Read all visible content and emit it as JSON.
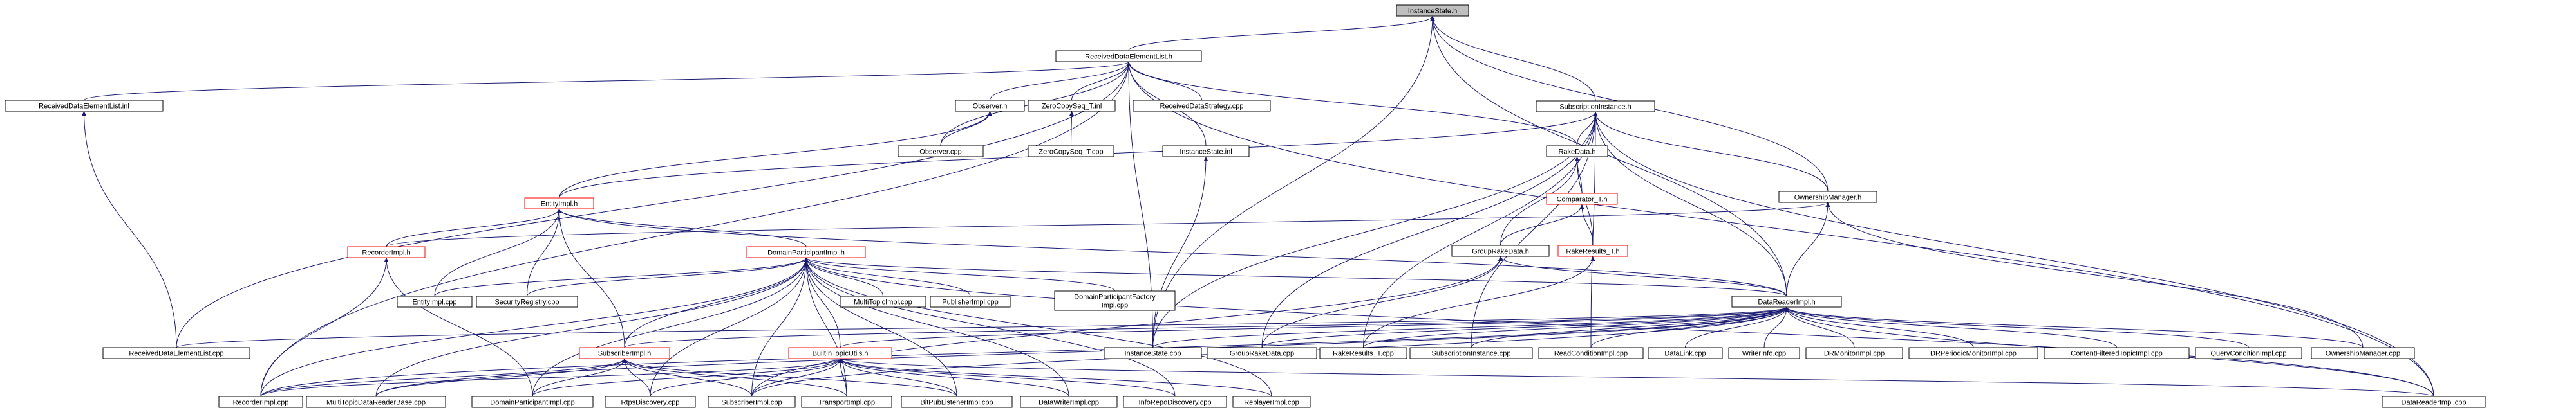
{
  "diagram": {
    "type": "include-dependency-graph",
    "root": "InstanceState.h",
    "colors": {
      "edge": "#191970",
      "truncated_border": "#ff0000",
      "root_fill": "#bfbfbf",
      "node_border": "#000000"
    },
    "nodes": [
      {
        "id": "n0",
        "label": "InstanceState.h",
        "root": true
      },
      {
        "id": "n1",
        "label": "ReceivedDataElementList.h"
      },
      {
        "id": "n2",
        "label": "SubscriptionInstance.h"
      },
      {
        "id": "n3",
        "label": "OwnershipManager.h"
      },
      {
        "id": "n4",
        "label": "DataReaderImpl.h"
      },
      {
        "id": "n5",
        "label": "ReceivedDataElementList.inl"
      },
      {
        "id": "n6",
        "label": "Observer.h"
      },
      {
        "id": "n7",
        "label": "ZeroCopySeq_T.inl"
      },
      {
        "id": "n8",
        "label": "ReceivedDataStrategy.cpp"
      },
      {
        "id": "n9",
        "label": "InstanceState.inl"
      },
      {
        "id": "n10",
        "label": "Observer.cpp"
      },
      {
        "id": "n11",
        "label": "ZeroCopySeq_T.cpp"
      },
      {
        "id": "n12",
        "label": "EntityImpl.h",
        "truncated": true
      },
      {
        "id": "n13",
        "label": "RakeData.h"
      },
      {
        "id": "n14",
        "label": "Comparator_T.h",
        "truncated": true
      },
      {
        "id": "n15",
        "label": "RecorderImpl.h",
        "truncated": true
      },
      {
        "id": "n16",
        "label": "DomainParticipantImpl.h",
        "truncated": true
      },
      {
        "id": "n17",
        "label": "GroupRakeData.h"
      },
      {
        "id": "n18",
        "label": "RakeResults_T.h",
        "truncated": true
      },
      {
        "id": "n19",
        "label": "EntityImpl.cpp"
      },
      {
        "id": "n20",
        "label": "SecurityRegistry.cpp"
      },
      {
        "id": "n21",
        "label": "MultiTopicImpl.cpp"
      },
      {
        "id": "n22",
        "label": "PublisherImpl.cpp"
      },
      {
        "id": "n23",
        "label": "DomainParticipantFactory\nImpl.cpp"
      },
      {
        "id": "n24",
        "label": "ReceivedDataElementList.cpp"
      },
      {
        "id": "n25",
        "label": "SubscriberImpl.h",
        "truncated": true
      },
      {
        "id": "n26",
        "label": "BuiltInTopicUtils.h",
        "truncated": true
      },
      {
        "id": "n27",
        "label": "InstanceState.cpp"
      },
      {
        "id": "n28",
        "label": "GroupRakeData.cpp"
      },
      {
        "id": "n29",
        "label": "RakeResults_T.cpp"
      },
      {
        "id": "n30",
        "label": "SubscriptionInstance.cpp"
      },
      {
        "id": "n31",
        "label": "ReadConditionImpl.cpp"
      },
      {
        "id": "n32",
        "label": "DataLink.cpp"
      },
      {
        "id": "n33",
        "label": "WriterInfo.cpp"
      },
      {
        "id": "n34",
        "label": "DRMonitorImpl.cpp"
      },
      {
        "id": "n35",
        "label": "DRPeriodicMonitorImpl.cpp"
      },
      {
        "id": "n36",
        "label": "ContentFilteredTopicImpl.cpp"
      },
      {
        "id": "n37",
        "label": "QueryConditionImpl.cpp"
      },
      {
        "id": "n38",
        "label": "OwnershipManager.cpp"
      },
      {
        "id": "n39",
        "label": "RecorderImpl.cpp"
      },
      {
        "id": "n40",
        "label": "MultiTopicDataReaderBase.cpp"
      },
      {
        "id": "n41",
        "label": "DomainParticipantImpl.cpp"
      },
      {
        "id": "n42",
        "label": "RtpsDiscovery.cpp"
      },
      {
        "id": "n43",
        "label": "SubscriberImpl.cpp"
      },
      {
        "id": "n44",
        "label": "TransportImpl.cpp"
      },
      {
        "id": "n45",
        "label": "BitPubListenerImpl.cpp"
      },
      {
        "id": "n46",
        "label": "DataWriterImpl.cpp"
      },
      {
        "id": "n47",
        "label": "InfoRepoDiscovery.cpp"
      },
      {
        "id": "n48",
        "label": "ReplayerImpl.cpp"
      },
      {
        "id": "n49",
        "label": "DataReaderImpl.cpp"
      }
    ],
    "edges": [
      [
        "n0",
        "n1"
      ],
      [
        "n0",
        "n2"
      ],
      [
        "n0",
        "n3"
      ],
      [
        "n0",
        "n4"
      ],
      [
        "n0",
        "n27"
      ],
      [
        "n1",
        "n5"
      ],
      [
        "n1",
        "n6"
      ],
      [
        "n1",
        "n7"
      ],
      [
        "n1",
        "n8"
      ],
      [
        "n1",
        "n9"
      ],
      [
        "n1",
        "n10"
      ],
      [
        "n1",
        "n13"
      ],
      [
        "n1",
        "n24"
      ],
      [
        "n1",
        "n27"
      ],
      [
        "n1",
        "n39"
      ],
      [
        "n1",
        "n49"
      ],
      [
        "n2",
        "n12"
      ],
      [
        "n2",
        "n13"
      ],
      [
        "n2",
        "n3"
      ],
      [
        "n2",
        "n4"
      ],
      [
        "n2",
        "n27"
      ],
      [
        "n2",
        "n28"
      ],
      [
        "n2",
        "n29"
      ],
      [
        "n2",
        "n30"
      ],
      [
        "n2",
        "n31"
      ],
      [
        "n2",
        "n49"
      ],
      [
        "n3",
        "n15"
      ],
      [
        "n3",
        "n4"
      ],
      [
        "n3",
        "n38"
      ],
      [
        "n4",
        "n24"
      ],
      [
        "n4",
        "n25"
      ],
      [
        "n4",
        "n26"
      ],
      [
        "n4",
        "n27"
      ],
      [
        "n4",
        "n28"
      ],
      [
        "n4",
        "n29"
      ],
      [
        "n4",
        "n30"
      ],
      [
        "n4",
        "n31"
      ],
      [
        "n4",
        "n32"
      ],
      [
        "n4",
        "n33"
      ],
      [
        "n4",
        "n34"
      ],
      [
        "n4",
        "n35"
      ],
      [
        "n4",
        "n36"
      ],
      [
        "n4",
        "n37"
      ],
      [
        "n4",
        "n38"
      ],
      [
        "n4",
        "n39"
      ],
      [
        "n4",
        "n40"
      ],
      [
        "n4",
        "n43"
      ],
      [
        "n4",
        "n49"
      ],
      [
        "n5",
        "n24"
      ],
      [
        "n6",
        "n10"
      ],
      [
        "n6",
        "n12"
      ],
      [
        "n7",
        "n11"
      ],
      [
        "n9",
        "n27"
      ],
      [
        "n12",
        "n15"
      ],
      [
        "n12",
        "n16"
      ],
      [
        "n12",
        "n19"
      ],
      [
        "n12",
        "n20"
      ],
      [
        "n12",
        "n25"
      ],
      [
        "n12",
        "n4"
      ],
      [
        "n13",
        "n14"
      ],
      [
        "n13",
        "n17"
      ],
      [
        "n13",
        "n18"
      ],
      [
        "n14",
        "n17"
      ],
      [
        "n14",
        "n18"
      ],
      [
        "n15",
        "n39"
      ],
      [
        "n15",
        "n41"
      ],
      [
        "n16",
        "n4"
      ],
      [
        "n16",
        "n19"
      ],
      [
        "n16",
        "n20"
      ],
      [
        "n16",
        "n21"
      ],
      [
        "n16",
        "n22"
      ],
      [
        "n16",
        "n23"
      ],
      [
        "n16",
        "n25"
      ],
      [
        "n16",
        "n26"
      ],
      [
        "n16",
        "n39"
      ],
      [
        "n16",
        "n40"
      ],
      [
        "n16",
        "n41"
      ],
      [
        "n16",
        "n42"
      ],
      [
        "n16",
        "n43"
      ],
      [
        "n16",
        "n44"
      ],
      [
        "n16",
        "n45"
      ],
      [
        "n16",
        "n46"
      ],
      [
        "n16",
        "n47"
      ],
      [
        "n16",
        "n48"
      ],
      [
        "n16",
        "n49"
      ],
      [
        "n17",
        "n4"
      ],
      [
        "n17",
        "n28"
      ],
      [
        "n17",
        "n43"
      ],
      [
        "n18",
        "n29"
      ],
      [
        "n25",
        "n39"
      ],
      [
        "n25",
        "n40"
      ],
      [
        "n25",
        "n41"
      ],
      [
        "n25",
        "n42"
      ],
      [
        "n25",
        "n43"
      ],
      [
        "n25",
        "n44"
      ],
      [
        "n25",
        "n45"
      ],
      [
        "n26",
        "n39"
      ],
      [
        "n26",
        "n41"
      ],
      [
        "n26",
        "n42"
      ],
      [
        "n26",
        "n43"
      ],
      [
        "n26",
        "n44"
      ],
      [
        "n26",
        "n45"
      ],
      [
        "n26",
        "n46"
      ],
      [
        "n26",
        "n47"
      ],
      [
        "n26",
        "n48"
      ],
      [
        "n26",
        "n49"
      ]
    ]
  }
}
